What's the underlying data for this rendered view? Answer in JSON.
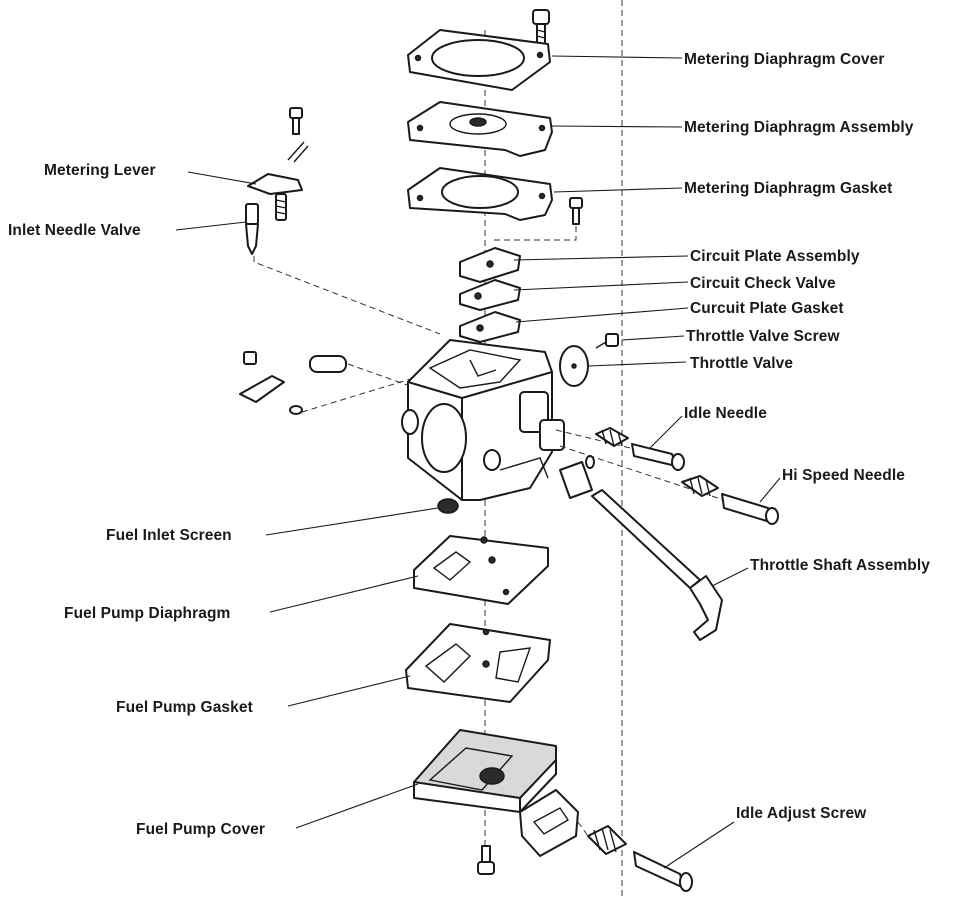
{
  "labels": {
    "metering_diaphragm_cover": "Metering Diaphragm Cover",
    "metering_diaphragm_assembly": "Metering Diaphragm Assembly",
    "metering_diaphragm_gasket": "Metering Diaphragm Gasket",
    "metering_lever": "Metering Lever",
    "inlet_needle_valve": "Inlet Needle Valve",
    "circuit_plate_assembly": "Circuit Plate Assembly",
    "circuit_check_valve": "Circuit Check Valve",
    "curcuit_plate_gasket": "Curcuit Plate Gasket",
    "throttle_valve_screw": "Throttle Valve Screw",
    "throttle_valve": "Throttle Valve",
    "idle_needle": "Idle Needle",
    "hi_speed_needle": "Hi Speed Needle",
    "fuel_inlet_screen": "Fuel Inlet Screen",
    "throttle_shaft_assembly": "Throttle Shaft Assembly",
    "fuel_pump_diaphragm": "Fuel Pump Diaphragm",
    "fuel_pump_gasket": "Fuel Pump Gasket",
    "fuel_pump_cover": "Fuel Pump Cover",
    "idle_adjust_screw": "Idle Adjust Screw"
  }
}
